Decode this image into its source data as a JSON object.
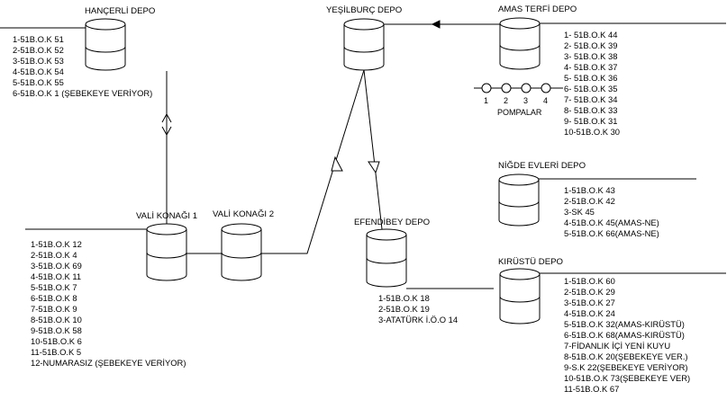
{
  "depots": {
    "hancerli": {
      "title": "HANÇERLİ DEPO",
      "items": [
        "1-51B.O.K 51",
        "2-51B.O.K 52",
        "3-51B.O.K 53",
        "4-51B.O.K 54",
        "5-51B.O.K 55",
        "6-51B.O.K 1 (ŞEBEKEYE VERİYOR)"
      ]
    },
    "yesilburc": {
      "title": "YEŞİLBURÇ DEPO"
    },
    "amas": {
      "title": "AMAS TERFİ DEPO",
      "items": [
        "1-  51B.O.K 44",
        "2-  51B.O.K 39",
        "3-  51B.O.K 38",
        "4-  51B.O.K 37",
        "5-  51B.O.K 36",
        "6-  51B.O.K 35",
        "7-  51B.O.K 34",
        "8-  51B.O.K 33",
        "9-  51B.O.K 31",
        "10-51B.O.K 30"
      ],
      "pumps": [
        "1",
        "2",
        "3",
        "4"
      ],
      "pumps_label": "POMPALAR"
    },
    "nigde": {
      "title": "NİĞDE EVLERİ DEPO",
      "items": [
        "1-51B.O.K 43",
        "2-51B.O.K 42",
        "3-SK 45",
        "4-51B.O.K 45(AMAS-NE)",
        "5-51B.O.K 66(AMAS-NE)"
      ]
    },
    "vali1": {
      "title": "VALİ KONAĞI 1",
      "items": [
        "1-51B.O.K 12",
        "2-51B.O.K 4",
        "3-51B.O.K 69",
        "4-51B.O.K 11",
        "5-51B.O.K 7",
        "6-51B.O.K 8",
        "7-51B.O.K 9",
        "8-51B.O.K 10",
        "9-51B.O.K 58",
        "10-51B.O.K 6",
        "11-51B.O.K 5",
        "12-NUMARASIZ (ŞEBEKEYE VERİYOR)"
      ]
    },
    "vali2": {
      "title": "VALİ KONAĞI  2"
    },
    "efendibey": {
      "title": "EFENDİBEY DEPO",
      "items": [
        "1-51B.O.K 18",
        "2-51B.O.K 19",
        "3-ATATÜRK İ.Ö.O 14"
      ]
    },
    "kirustu": {
      "title": "KIRÜSTÜ DEPO",
      "items": [
        "1-51B.O.K 60",
        "2-51B.O.K 29",
        "3-51B.O.K 27",
        "4-51B.O.K 24",
        "5-51B.O.K 32(AMAS-KIRÜSTÜ)",
        "6-51B.O.K 68(AMAS-KIRÜSTÜ)",
        "7-FİDANLIK İÇİ YENİ KUYU",
        "8-51B.O.K 20(ŞEBEKEYE VER.)",
        "9-S.K 22(ŞEBEKEYE VERİYOR)",
        "10-51B.O.K 73(ŞEBEKEYE VER)",
        "11-51B.O.K 67"
      ]
    }
  }
}
